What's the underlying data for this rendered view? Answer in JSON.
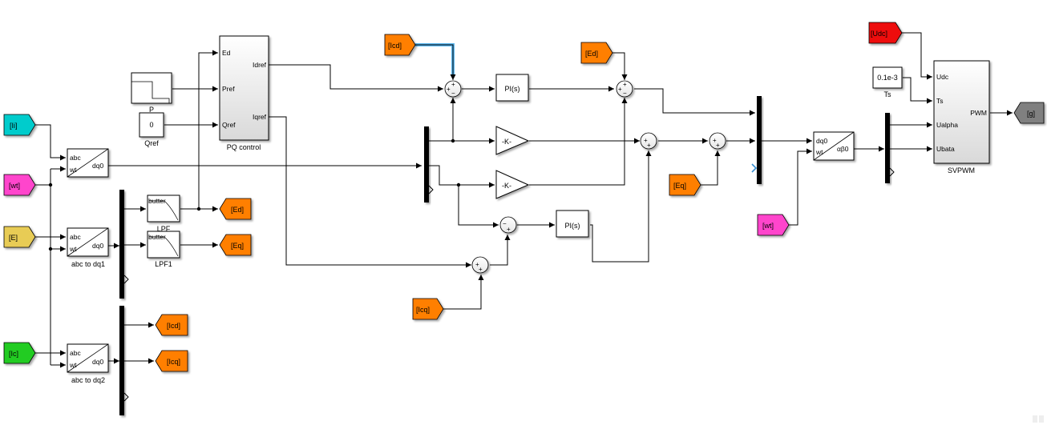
{
  "diagram": {
    "goto_from_tags": {
      "Ii": {
        "label": "[Ii]",
        "color": "#00cccc"
      },
      "wt_left": {
        "label": "[wt]",
        "color": "#ff44cc"
      },
      "E": {
        "label": "[E]",
        "color": "#e8cc55"
      },
      "Ic": {
        "label": "[Ic]",
        "color": "#22cc22"
      },
      "Ed_goto": {
        "label": "[Ed]",
        "color": "#ff7f00"
      },
      "Eq_goto": {
        "label": "[Eq]",
        "color": "#ff7f00"
      },
      "Icd_goto": {
        "label": "[Icd]",
        "color": "#ff7f00"
      },
      "Icq_goto": {
        "label": "[Icq]",
        "color": "#ff7f00"
      },
      "Icd_from": {
        "label": "[Icd]",
        "color": "#ff7f00"
      },
      "Icq_from": {
        "label": "[Icq]",
        "color": "#ff7f00"
      },
      "Ed_from": {
        "label": "[Ed]",
        "color": "#ff7f00"
      },
      "Eq_from": {
        "label": "[Eq]",
        "color": "#ff7f00"
      },
      "wt_right": {
        "label": "[wt]",
        "color": "#ff44cc"
      },
      "Udc": {
        "label": "[Udc]",
        "color": "#ee1111"
      },
      "g": {
        "label": "[g]",
        "color": "#808080"
      }
    },
    "blocks": {
      "abc_dq0_top": {
        "in1": "abc",
        "in2": "wt",
        "out": "dq0",
        "name": ""
      },
      "abc_dq1": {
        "in1": "abc",
        "in2": "wt",
        "out": "dq0",
        "name": "abc to dq1"
      },
      "abc_dq2": {
        "in1": "abc",
        "in2": "wt",
        "out": "dq0",
        "name": "abc to dq2"
      },
      "lpf": {
        "text": "butter",
        "name": "LPF"
      },
      "lpf1": {
        "text": "butter",
        "name": "LPF1"
      },
      "step_p": {
        "name": "P"
      },
      "qref": {
        "value": "0",
        "name": "Qref"
      },
      "pq_control": {
        "name": "PQ control",
        "in_ports": [
          "Ed",
          "Pref",
          "Qref"
        ],
        "out_ports": [
          "Idref",
          "Iqref"
        ]
      },
      "pi_d": {
        "text": "PI(s)"
      },
      "pi_q": {
        "text": "PI(s)"
      },
      "gain1": {
        "text": "-K-"
      },
      "gain2": {
        "text": "-K-"
      },
      "dq0_ab0": {
        "in1": "dq0",
        "in2": "wt",
        "out": "αβ0"
      },
      "ts_const": {
        "value": "0.1e-3",
        "name": "Ts"
      },
      "svpwm": {
        "name": "SVPWM",
        "in_ports": [
          "Udc",
          "Ts",
          "Ualpha",
          "Ubata"
        ],
        "out_ports": [
          "PWM"
        ]
      }
    },
    "sums": {
      "sum_d": {
        "signs": [
          "+",
          "+",
          "−"
        ]
      },
      "sum_q_err": {
        "signs": [
          "−",
          "+"
        ]
      },
      "sum_iq": {
        "signs": [
          "+",
          "+"
        ]
      },
      "sum_vd": {
        "signs": [
          "+",
          "+",
          "−"
        ]
      },
      "sum_vq1": {
        "signs": [
          "+",
          "+"
        ]
      },
      "sum_vq2": {
        "signs": [
          "+",
          "+"
        ]
      }
    }
  }
}
